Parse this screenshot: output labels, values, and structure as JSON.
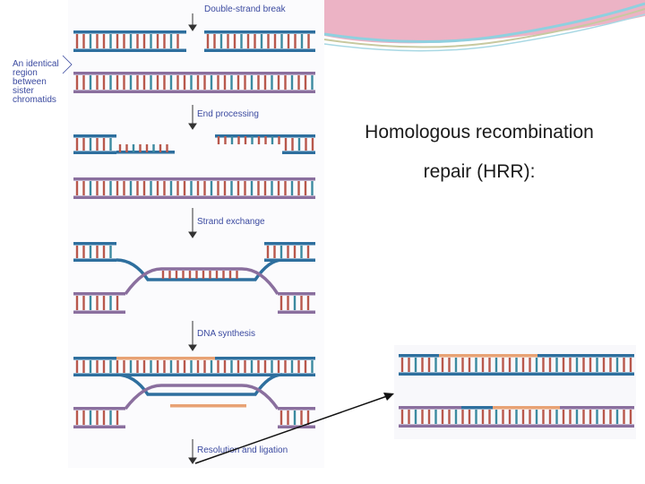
{
  "slide": {
    "title_line1": "Homologous recombination",
    "title_line2": "repair (HRR):"
  },
  "diagram": {
    "steps": [
      "Double-strand break",
      "End processing",
      "Strand exchange",
      "DNA synthesis",
      "Resolution and ligation"
    ],
    "side_label": [
      "An identical",
      "region",
      "between",
      "sister",
      "chromatids"
    ]
  },
  "colors": {
    "strand_blue": "#2e6f9e",
    "strand_purple": "#8a6f9e",
    "rung_red": "#b8584c",
    "rung_teal": "#3c8aa0",
    "new_dna_orange": "#e8a274",
    "label_blue": "#3b4aa0",
    "banner_pink": "#e9a6bb",
    "banner_cyan": "#8fd0df"
  }
}
